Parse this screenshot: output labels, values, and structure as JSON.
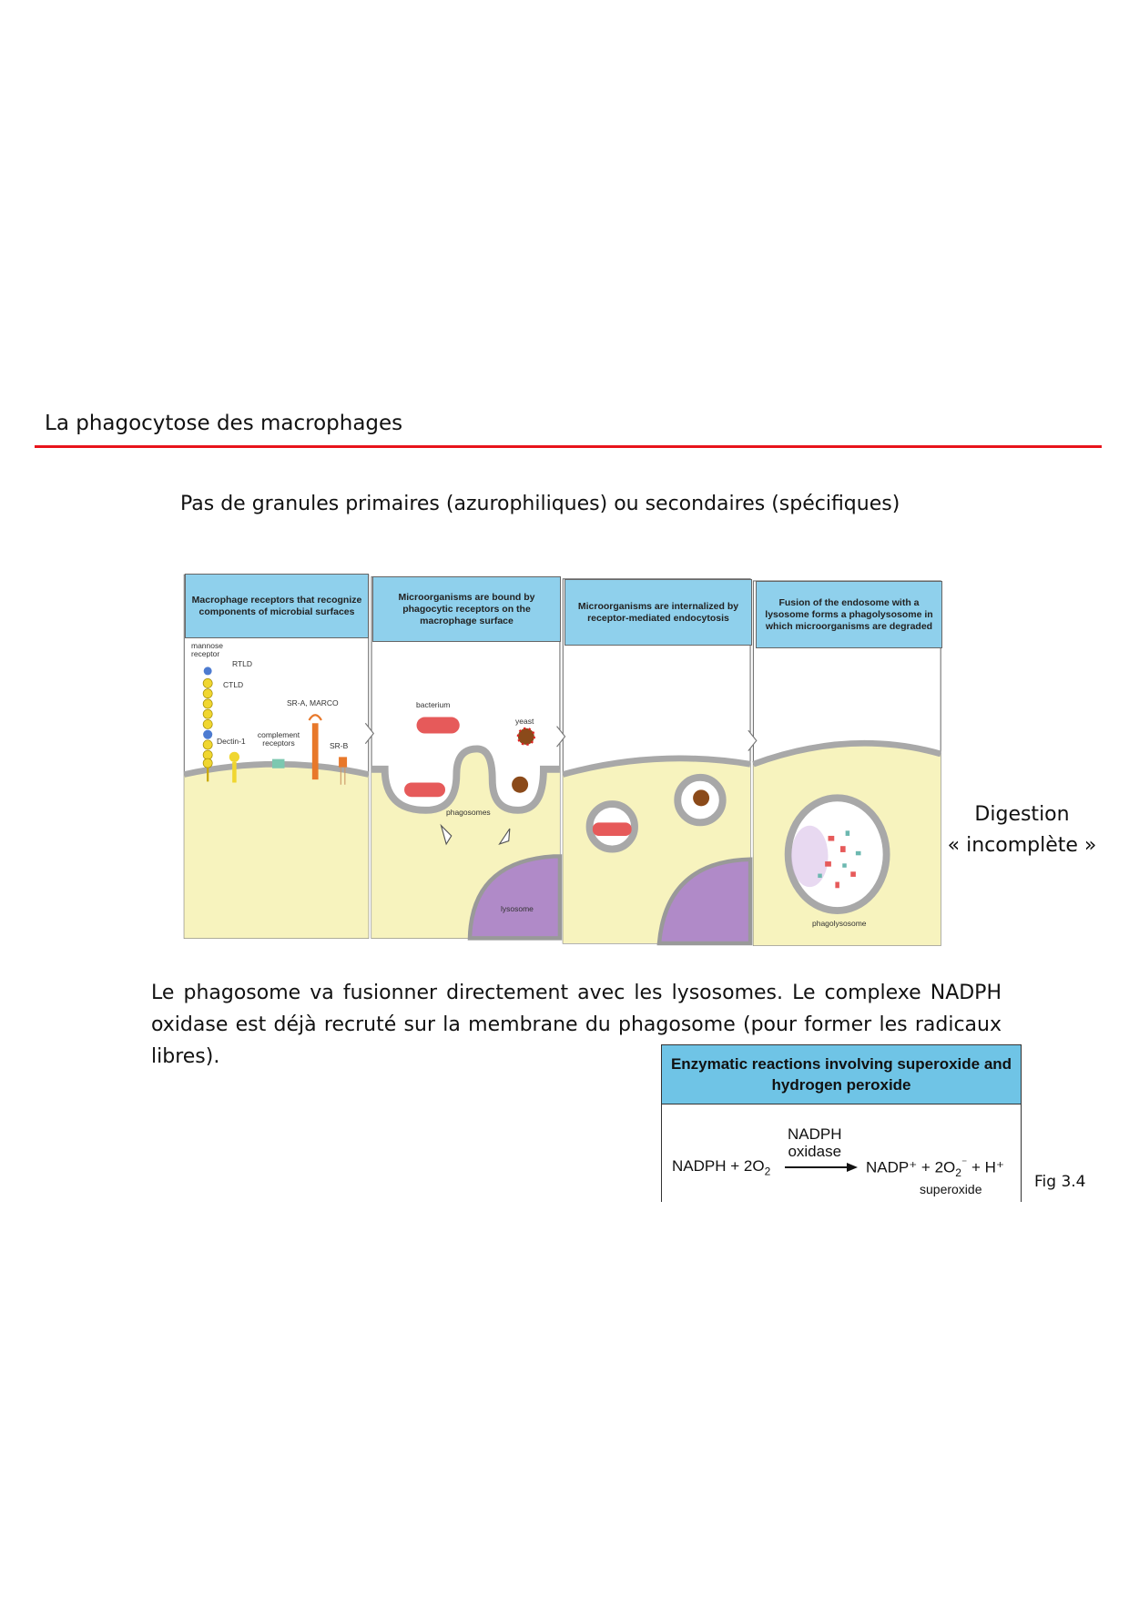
{
  "header": {
    "title": "La phagocytose des macrophages",
    "accent_color": "#e8141c"
  },
  "subtitle": "Pas de granules primaires (azurophiliques) ou secondaires (spécifiques)",
  "diagram": {
    "panels": [
      {
        "caption": "Macrophage receptors that recognize components of microbial surfaces"
      },
      {
        "caption": "Microorganisms are bound by phagocytic receptors on the macrophage surface"
      },
      {
        "caption": "Microorganisms are internalized by receptor-mediated endocytosis"
      },
      {
        "caption": "Fusion of the endosome with a lysosome forms a phagolysosome in which microorganisms are degraded"
      }
    ],
    "labels": {
      "mannose": "mannose receptor",
      "rtld": "RTLD",
      "ctld": "CTLD",
      "sra": "SR-A, MARCO",
      "dectin": "Dectin-1",
      "complement": "complement receptors",
      "srb": "SR-B",
      "bacterium": "bacterium",
      "yeast": "yeast",
      "phagosomes": "phagosomes",
      "lysosome": "lysosome",
      "phagolysosome": "phagolysosome"
    },
    "colors": {
      "header": "#8fd0ec",
      "cytoplasm": "#f7f3be",
      "membrane": "#a8a8a8",
      "lysosome": "#b08ac8",
      "bacterium": "#e65a5a",
      "yeast": "#8b4a1a"
    }
  },
  "side_note": {
    "line1": "Digestion",
    "line2": "« incomplète »"
  },
  "paragraph": "Le phagosome va fusionner directement avec les lysosomes. Le complexe NADPH oxidase est déjà recruté sur la membrane du phagosome (pour former les radicaux libres).",
  "reaction_box": {
    "title": "Enzymatic reactions involving superoxide and hydrogen peroxide",
    "reactants": "NADPH + 2O",
    "reactant_sub": "2",
    "enzyme_line1": "NADPH",
    "enzyme_line2": "oxidase",
    "product1": "NADP⁺ + 2O",
    "product_sub": "2",
    "product_sup": "⁻",
    "product2": " + H⁺",
    "product_label": "superoxide"
  },
  "figure_ref": "Fig 3.4"
}
